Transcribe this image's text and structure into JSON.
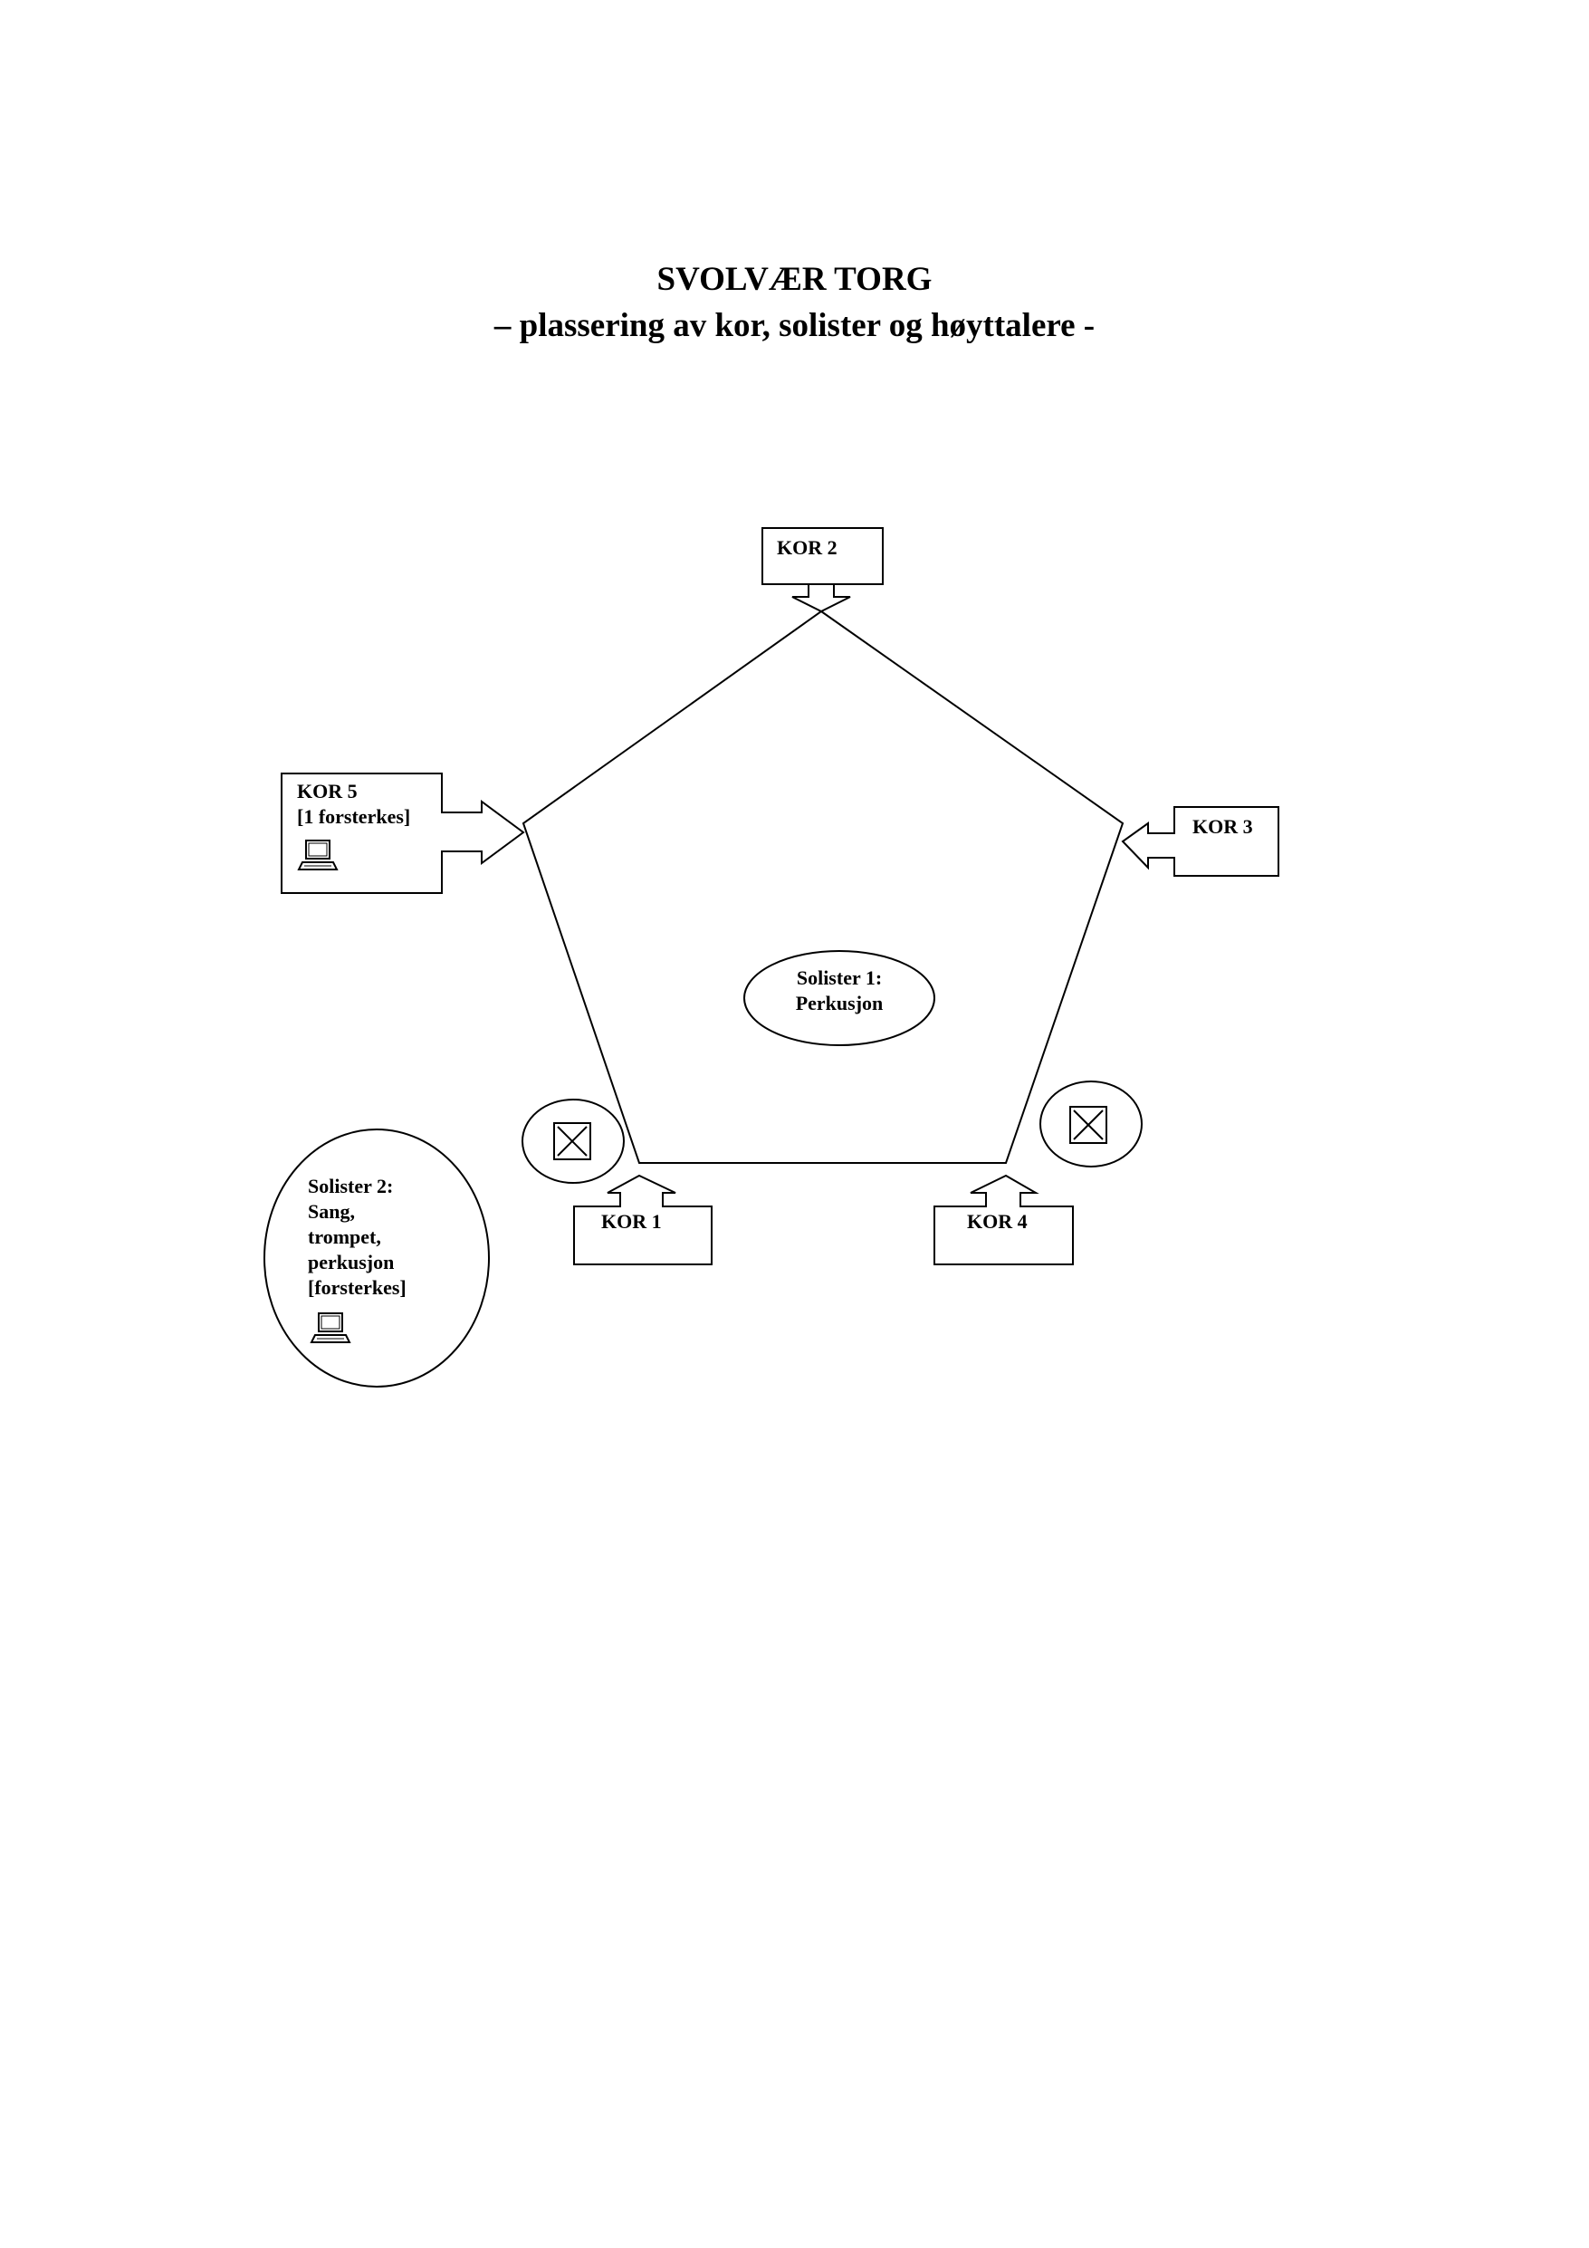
{
  "title": {
    "line1": "SVOLVÆR TORG",
    "line2": "– plassering av kor, solister og høyttalere -"
  },
  "choirs": {
    "kor1": "KOR 1",
    "kor2": "KOR 2",
    "kor3": "KOR 3",
    "kor4": "KOR 4",
    "kor5": {
      "name": "KOR 5",
      "note": "[1 forsterkes]"
    }
  },
  "soloists": {
    "solister1": {
      "line1": "Solister 1:",
      "line2": "Perkusjon"
    },
    "solister2": {
      "line1": "Solister 2:",
      "line2": "Sang,",
      "line3": "trompet,",
      "line4": "perkusjon",
      "line5": "[forsterkes]"
    }
  },
  "icons": {
    "amplified": "computer-icon",
    "speaker": "speaker-box-icon"
  },
  "colors": {
    "line": "#000000",
    "background": "#ffffff"
  }
}
